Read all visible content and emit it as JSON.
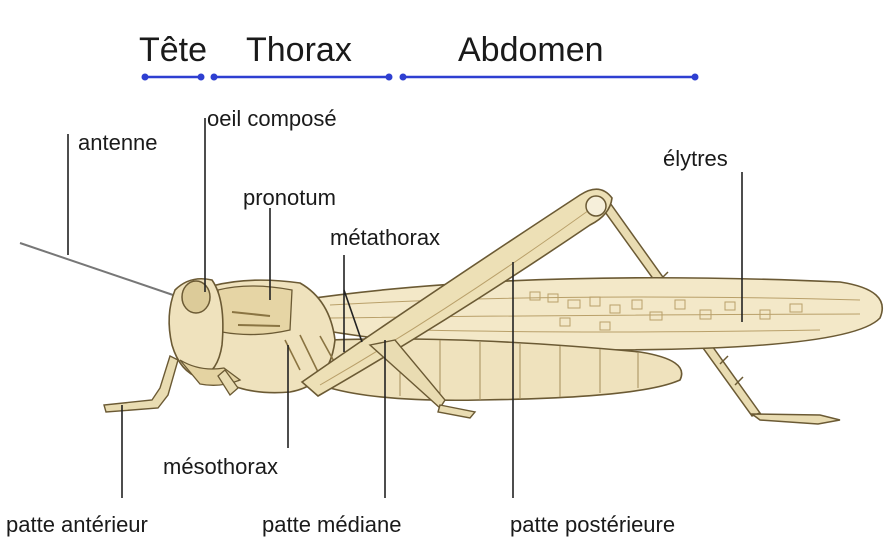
{
  "sections": {
    "head": "Tête",
    "thorax": "Thorax",
    "abdomen": "Abdomen"
  },
  "labels": {
    "antenna": "antenne",
    "compound_eye": "oeil composé",
    "pronotum": "pronotum",
    "metathorax": "métathorax",
    "elytra": "élytres",
    "mesothorax": "mésothorax",
    "front_leg": "patte antérieur",
    "middle_leg": "patte médiane",
    "hind_leg": "patte postérieure"
  },
  "colors": {
    "bracket": "#2e3fd1",
    "body": "#efe2bd",
    "body_shade": "#d8c490",
    "outline": "#6b5a34",
    "wing_pattern": "#b9a06a",
    "leader": "#222222"
  }
}
